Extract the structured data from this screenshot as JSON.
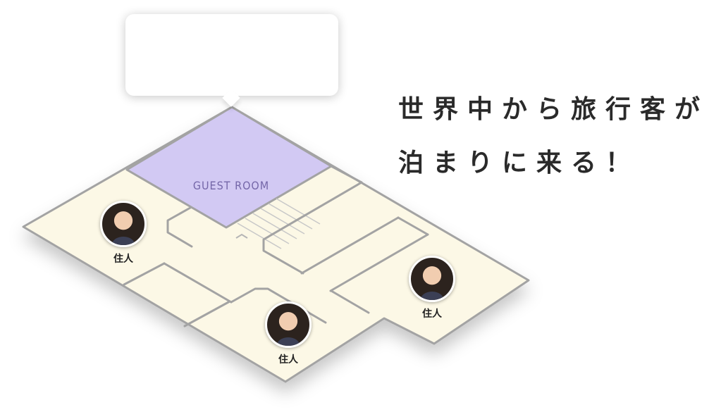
{
  "headline": {
    "line1": "世界中から旅行客が",
    "line2": "泊まりに来る！"
  },
  "floorplan": {
    "guest_room_label": "GUEST ROOM",
    "room_color": "#d2c9f3",
    "floor_color": "#fcf8e6",
    "wall_color": "#a3a3a3"
  },
  "residents": [
    {
      "label": "住人"
    },
    {
      "label": "住人"
    },
    {
      "label": "住人"
    }
  ]
}
